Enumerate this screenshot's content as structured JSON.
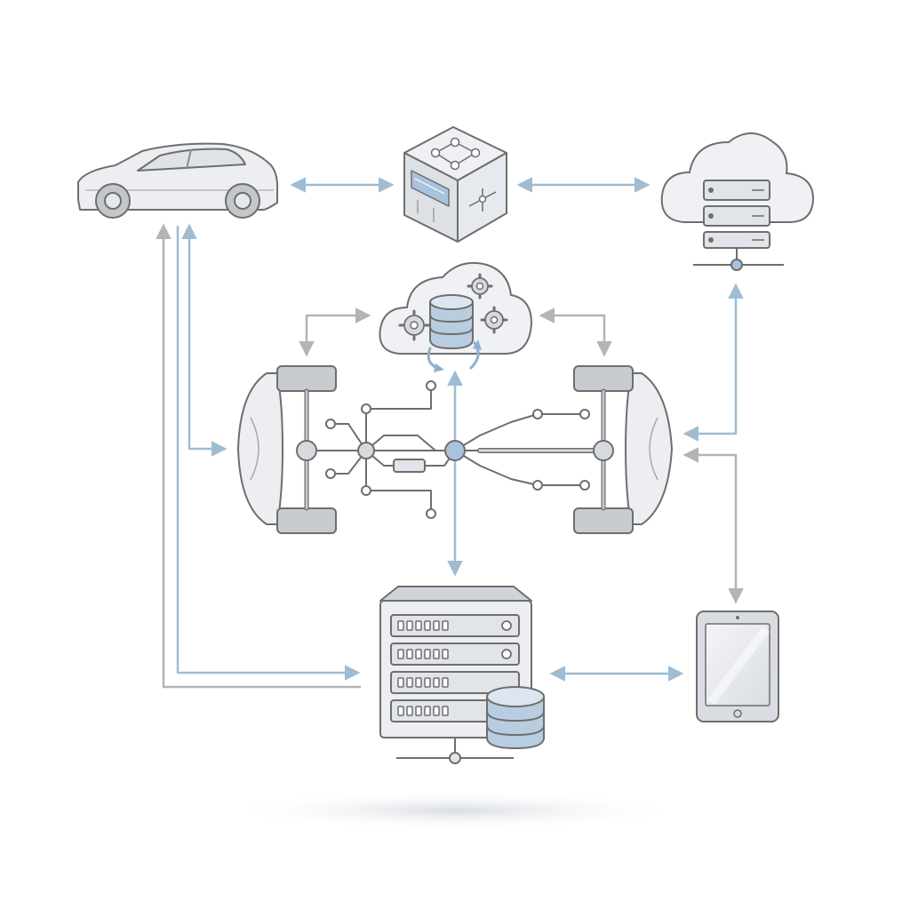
{
  "diagram": {
    "nodes": [
      {
        "id": "car",
        "icon": "car-icon"
      },
      {
        "id": "edge-module",
        "icon": "module-cube-icon"
      },
      {
        "id": "cloud-server",
        "icon": "cloud-server-icon"
      },
      {
        "id": "cloud-processing",
        "icon": "cloud-database-gears-icon"
      },
      {
        "id": "chassis",
        "icon": "vehicle-chassis-network-icon"
      },
      {
        "id": "server-rack",
        "icon": "server-rack-database-icon"
      },
      {
        "id": "tablet",
        "icon": "tablet-icon"
      }
    ],
    "links": [
      {
        "from": "car",
        "to": "edge-module",
        "direction": "both"
      },
      {
        "from": "edge-module",
        "to": "cloud-server",
        "direction": "both"
      },
      {
        "from": "car",
        "to": "chassis",
        "direction": "both"
      },
      {
        "from": "server-rack",
        "to": "car",
        "direction": "one-way"
      },
      {
        "from": "car",
        "to": "server-rack",
        "direction": "one-way"
      },
      {
        "from": "cloud-processing",
        "to": "chassis",
        "direction": "both"
      },
      {
        "from": "chassis",
        "to": "server-rack",
        "direction": "both"
      },
      {
        "from": "cloud-server",
        "to": "chassis",
        "direction": "both"
      },
      {
        "from": "chassis",
        "to": "tablet",
        "direction": "both"
      },
      {
        "from": "server-rack",
        "to": "tablet",
        "direction": "both"
      }
    ],
    "colors": {
      "stroke": "#6e6e6e",
      "fill": "#e6e8ec",
      "arrow_blue": "#9fbcd2",
      "arrow_gray": "#b4b4b4",
      "accent_blue": "#aac3dc"
    }
  }
}
